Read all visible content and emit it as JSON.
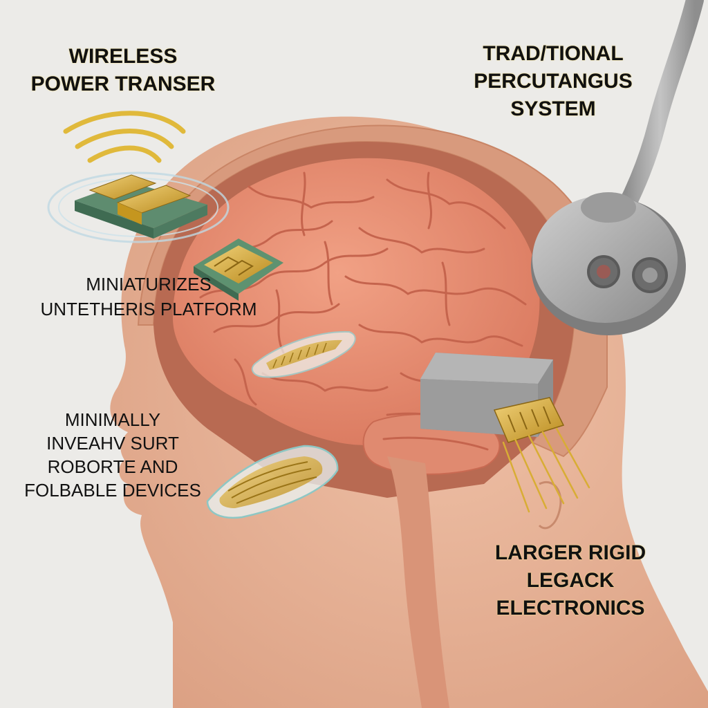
{
  "labels": {
    "wireless": [
      "WIRELESS",
      "POWER TRANSER"
    ],
    "traditional": [
      "TRAD/TIONAL",
      "PERCUTANGUS",
      "SYSTEM"
    ],
    "miniaturized": [
      "MINIATURIZES",
      "UNTETHERIS PLATFORM"
    ],
    "minimally": [
      "MINIMALLY",
      "INVEAHV SURT",
      "ROBORTE AND",
      "FOLBABLE DEVICES"
    ],
    "larger": [
      "LARGER RIGID",
      "LEGACK",
      "ELECTRONICS"
    ]
  },
  "colors": {
    "background": "#ecebe8",
    "skin": "#e8b499",
    "skin_shade": "#d99c80",
    "brain": "#e88f73",
    "brain_fold": "#c96a52",
    "gold": "#d8ad35",
    "pcb_green": "#6f9a7e",
    "metal": "#a3a3a3"
  },
  "icons": {
    "wireless_waves": "wireless-waves-icon",
    "power_chip": "wireless-power-chip",
    "percutaneous_connector": "percutaneous-connector"
  }
}
